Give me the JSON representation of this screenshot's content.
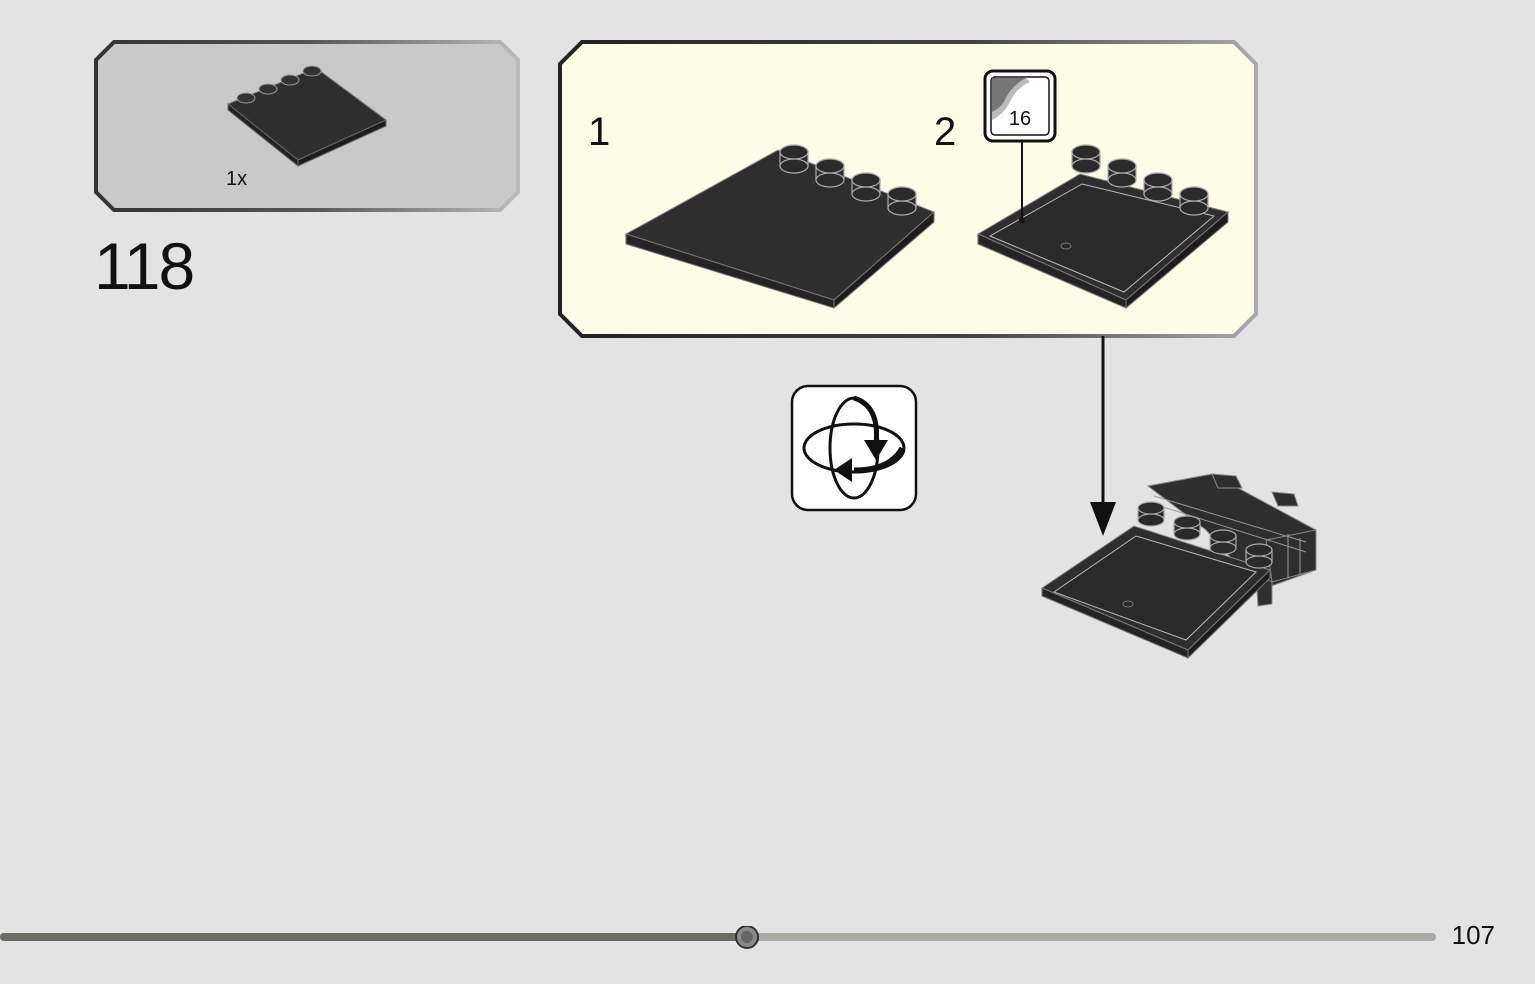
{
  "parts_list": {
    "items": [
      {
        "part": "4x4 tile with studs on edge, black",
        "quantity": "1x",
        "color": "#2e2e2e"
      }
    ],
    "background": "#c9c9c9"
  },
  "step": {
    "number": "118"
  },
  "sub_assembly": {
    "background": "#fdfce6",
    "sub_steps": [
      {
        "number": "1"
      },
      {
        "number": "2",
        "sticker": "16"
      }
    ]
  },
  "icons": {
    "rotate": "rotate-model-icon",
    "arrow": "assembly-arrow"
  },
  "progress": {
    "fraction": 0.52,
    "filled_color": "#6b6b68",
    "track_color": "#a9a9a6"
  },
  "page": {
    "number": "107"
  }
}
